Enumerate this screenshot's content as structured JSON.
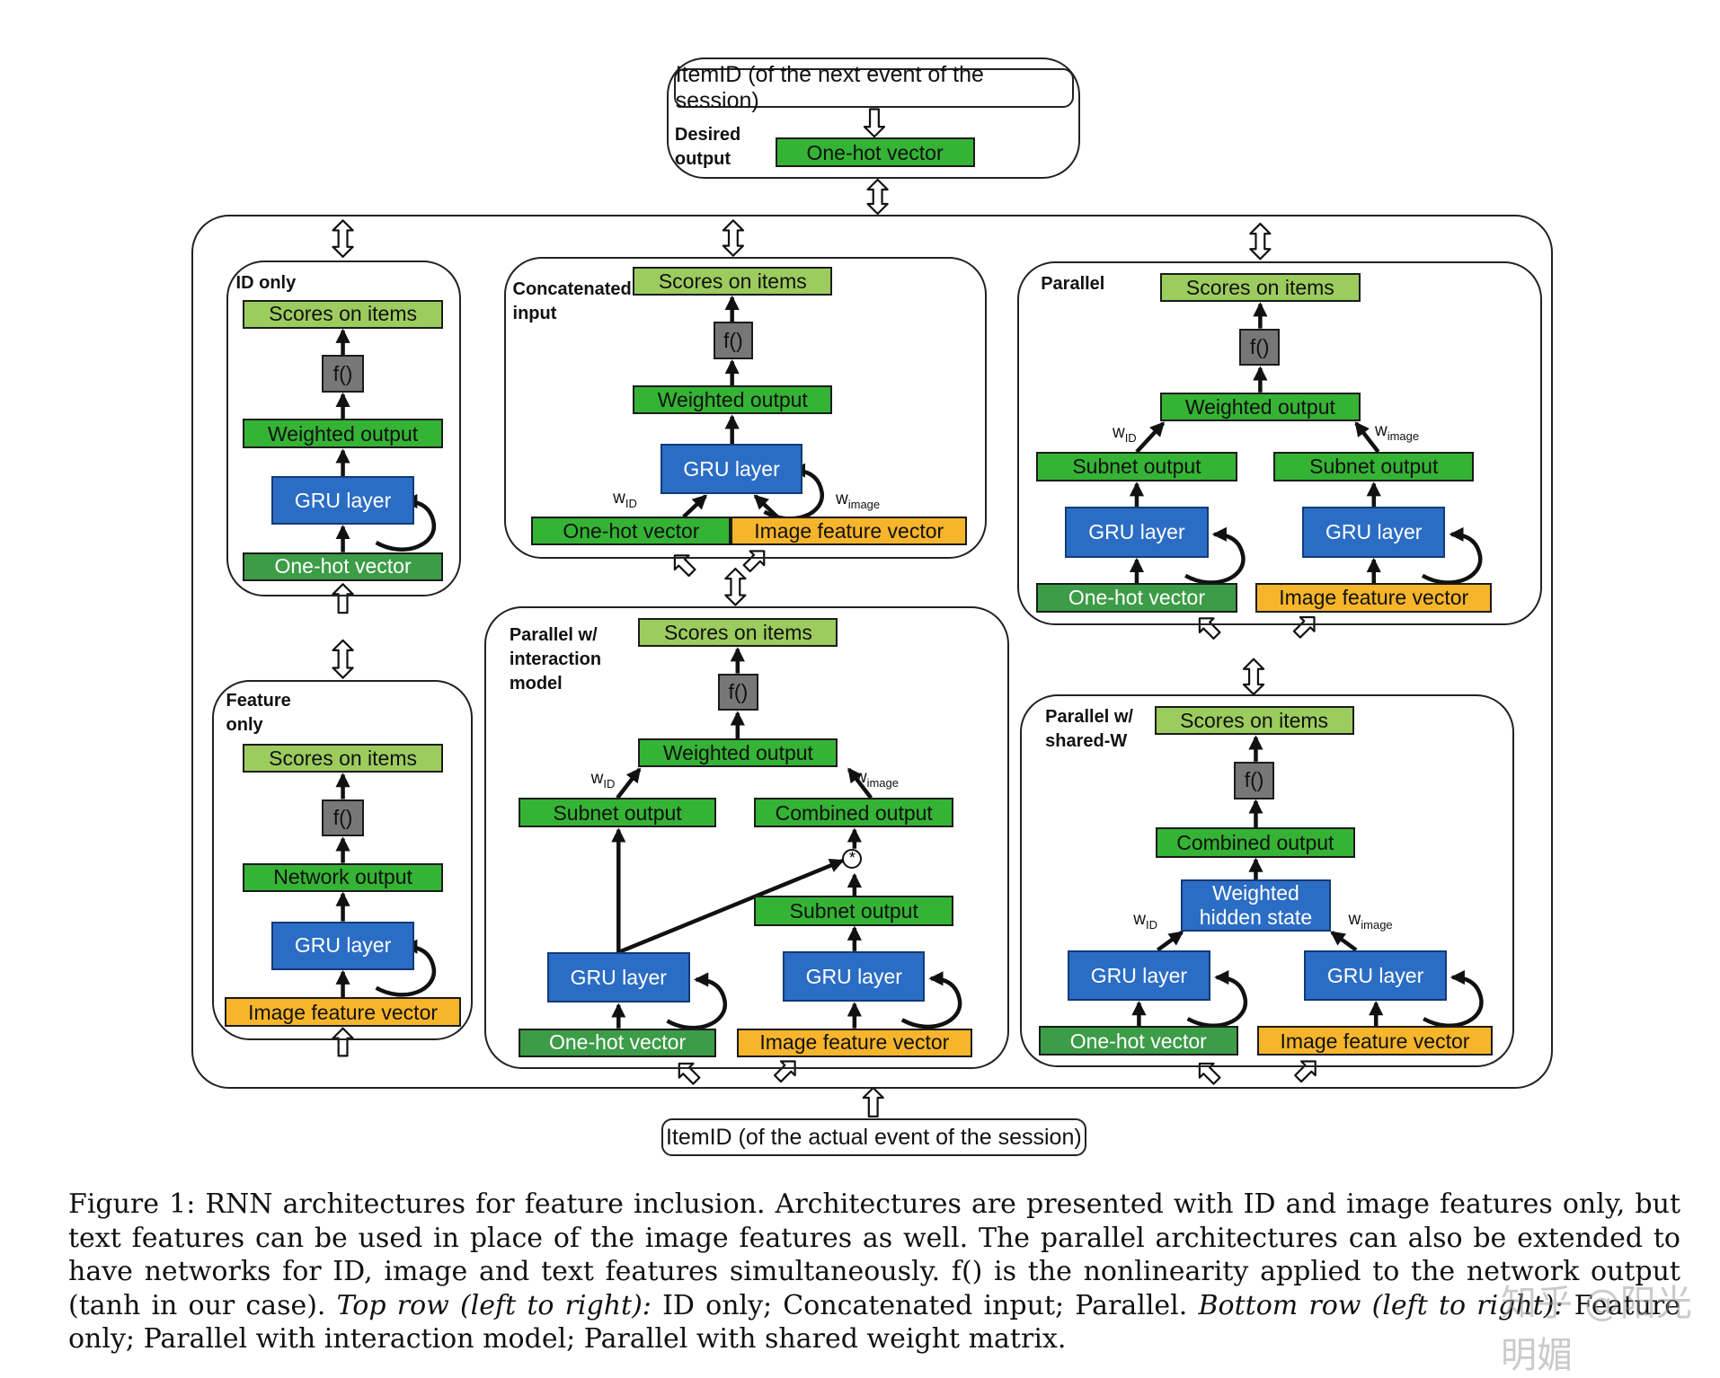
{
  "top_box": {
    "itemid": "ItemID (of the next event of the session)",
    "label": "Desired\noutput",
    "onehot": "One-hot vector"
  },
  "bottom_box": {
    "itemid": "ItemID (of the actual event of the session)"
  },
  "labels": {
    "scores": "Scores on items",
    "f": "f()",
    "weighted": "Weighted output",
    "gru": "GRU layer",
    "onehot": "One-hot vector",
    "image": "Image feature vector",
    "network": "Network output",
    "subnet": "Subnet output",
    "combined": "Combined output",
    "weighted_hidden": "Weighted\nhidden state",
    "w_sym": "w",
    "w_id_sub": "ID",
    "w_image_sub": "image",
    "star": "*"
  },
  "panels": {
    "id_only": "ID only",
    "feature_only": "Feature\nonly",
    "concatenated": "Concatenated\ninput",
    "parallel_interaction": "Parallel w/\ninteraction\nmodel",
    "parallel": "Parallel",
    "parallel_shared": "Parallel w/\nshared-W"
  },
  "caption": {
    "p1": "Figure 1: RNN architectures for feature inclusion. Architectures are presented with ID and image features only, but text features can be used in place of the image features as well. The parallel architectures can also be extended to have networks for ID, image and text features simultaneously. f() is the nonlinearity applied to the network output (tanh in our case). ",
    "top_label": "Top row (left to right):",
    "top_text": " ID only; Concatenated input; Parallel.",
    "bottom_label": "Bottom row (left to right):",
    "bottom_text": " Feature only; Parallel with interaction model; Parallel with shared weight matrix."
  },
  "watermark": "知乎 @阳光明媚",
  "colors": {
    "light_green": "#9ccc5e",
    "green": "#35b335",
    "dark_green": "#3c9c47",
    "blue": "#2b6dc4",
    "gray": "#777777",
    "yellow": "#f7b52b"
  }
}
